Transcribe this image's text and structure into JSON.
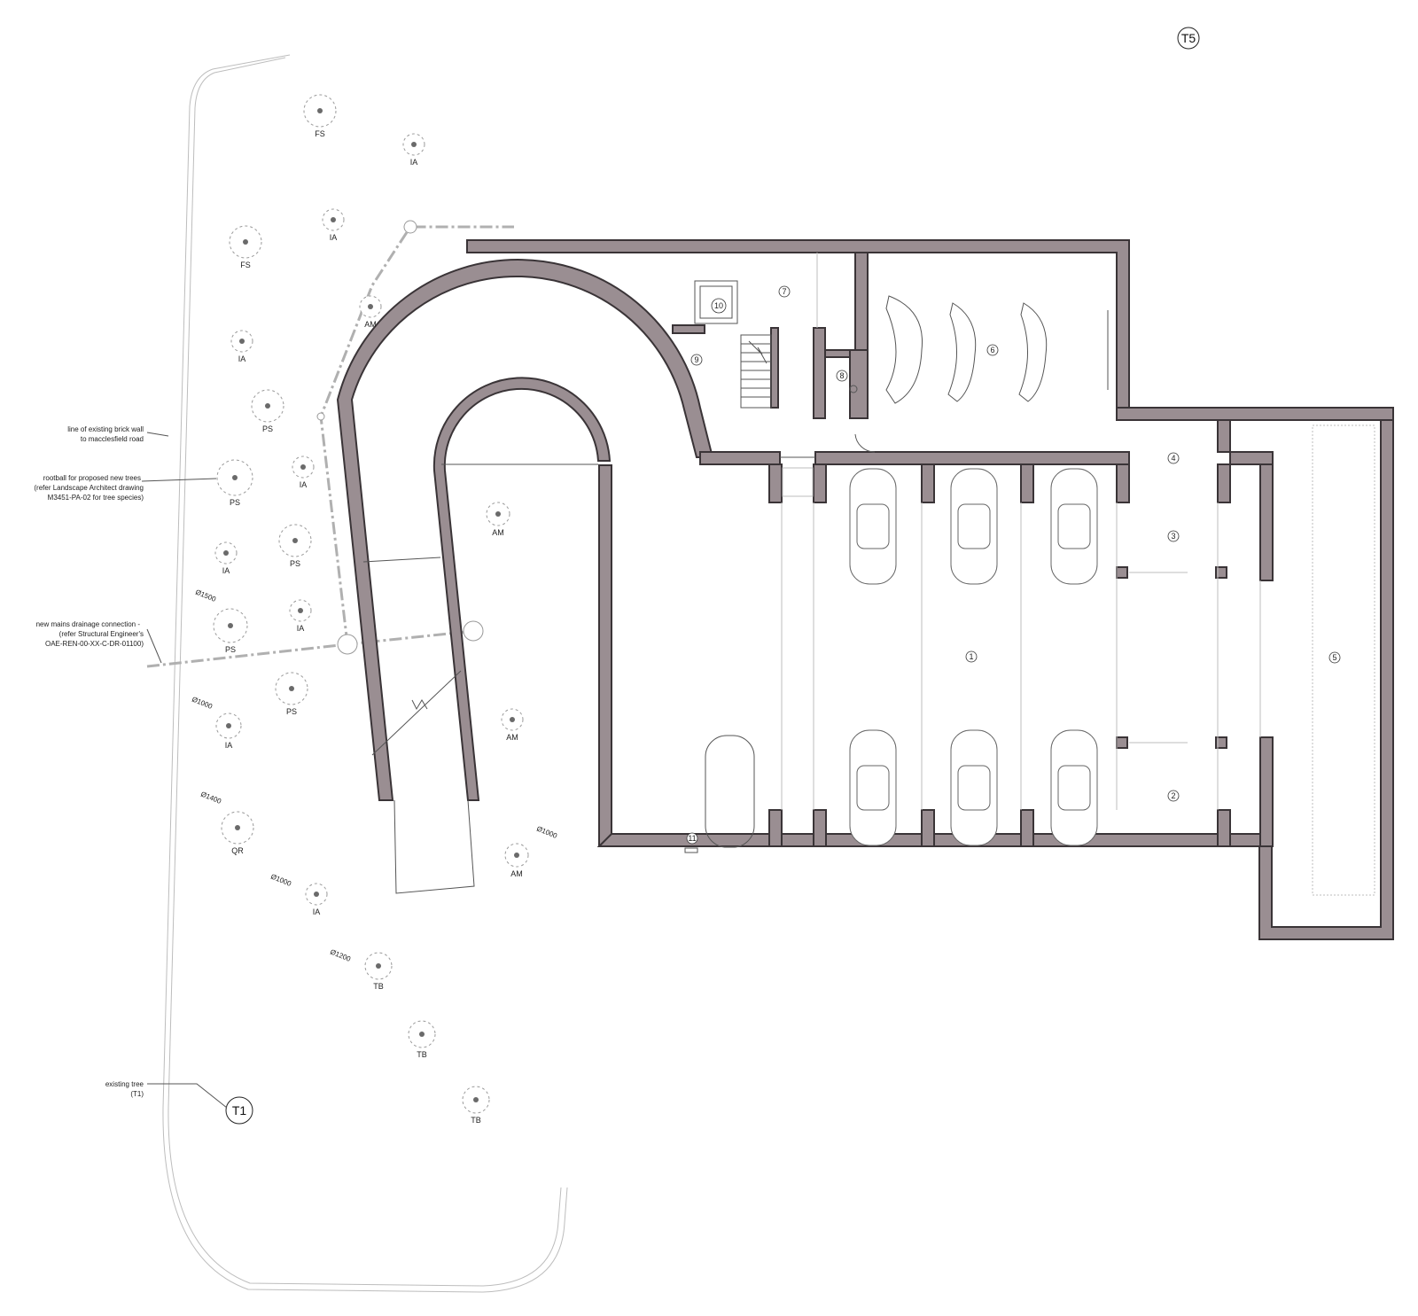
{
  "tags": {
    "t5": "T5",
    "t1": "T1"
  },
  "notes": {
    "wall_l1": "line of existing brick wall",
    "wall_l2": "to macclesfield road",
    "rootball_l1": "rootball for proposed new trees",
    "rootball_l2": "(refer Landscape Architect drawing",
    "rootball_l3": "M3451-PA-02 for tree species)",
    "drain_l1": "new mains drainage connection -",
    "drain_l2": "(refer Structural Engineer's",
    "drain_l3": "OAE-REN-00-XX-C-DR-01100)",
    "tree_l1": "existing tree",
    "tree_l2": "(T1)"
  },
  "rooms": {
    "r1": "1",
    "r2": "2",
    "r3": "3",
    "r4": "4",
    "r5": "5",
    "r6": "6",
    "r7": "7",
    "r8": "8",
    "r9": "9",
    "r10": "10",
    "r11": "11"
  },
  "trees": [
    {
      "species": "FS",
      "diameter": ""
    },
    {
      "species": "IA",
      "diameter": ""
    },
    {
      "species": "IA",
      "diameter": ""
    },
    {
      "species": "FS",
      "diameter": ""
    },
    {
      "species": "AM",
      "diameter": ""
    },
    {
      "species": "IA",
      "diameter": ""
    },
    {
      "species": "PS",
      "diameter": ""
    },
    {
      "species": "IA",
      "diameter": ""
    },
    {
      "species": "PS",
      "diameter": ""
    },
    {
      "species": "AM",
      "diameter": ""
    },
    {
      "species": "PS",
      "diameter": ""
    },
    {
      "species": "IA",
      "diameter": ""
    },
    {
      "species": "PS",
      "diameter": "Ø1500"
    },
    {
      "species": "IA",
      "diameter": ""
    },
    {
      "species": "PS",
      "diameter": ""
    },
    {
      "species": "IA",
      "diameter": "Ø1000"
    },
    {
      "species": "AM",
      "diameter": ""
    },
    {
      "species": "QR",
      "diameter": "Ø1400"
    },
    {
      "species": "AM",
      "diameter": "Ø1000"
    },
    {
      "species": "IA",
      "diameter": "Ø1000"
    },
    {
      "species": "TB",
      "diameter": "Ø1200"
    },
    {
      "species": "TB",
      "diameter": ""
    },
    {
      "species": "TB",
      "diameter": ""
    }
  ]
}
